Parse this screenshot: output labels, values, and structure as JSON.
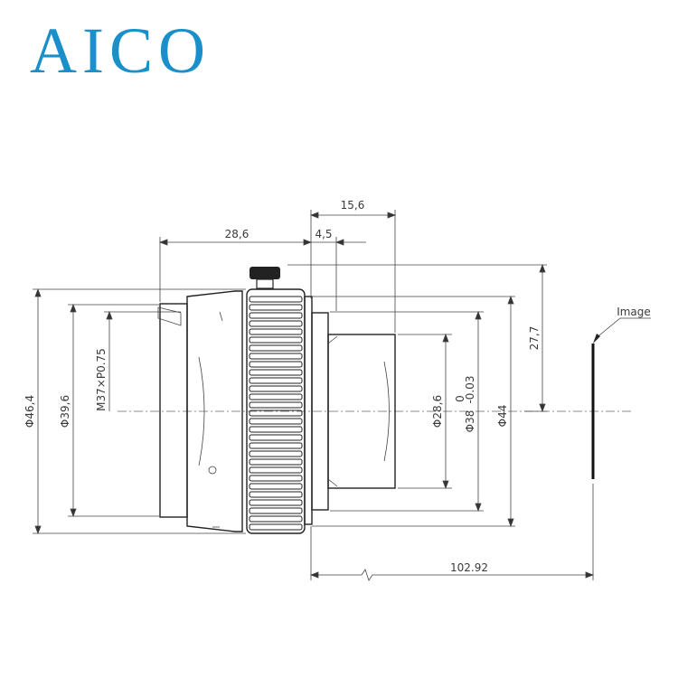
{
  "brand": {
    "name": "AICO",
    "color": "#1a8fc9"
  },
  "labels": {
    "image": "Image",
    "len_total": "28,6",
    "len_flange": "15,6",
    "len_small": "4,5",
    "height_right": "27,7",
    "back_distance": "102.92",
    "dia_outer": "Φ46,4",
    "dia_front": "Φ39,6",
    "thread": "M37×P0.75",
    "dia_rear_small": "Φ28,6",
    "dia_mount": "Φ38",
    "dia_mount_tol_upper": "0",
    "dia_mount_tol_lower": "-0.03",
    "dia_body": "Φ44"
  }
}
